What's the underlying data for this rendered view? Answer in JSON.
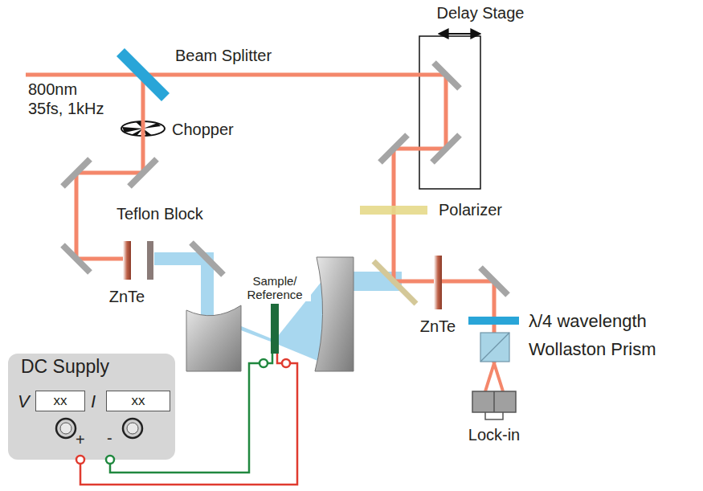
{
  "diagram": {
    "nodes": [
      {
        "text": [
          "DC Supply",
          "V",
          "I",
          "+",
          "-"
        ]
      },
      {
        "text": [
          "xx"
        ],
        "in": 0
      },
      {
        "text": [
          "xx"
        ],
        "in": 0
      },
      {
        "text": [
          "Sample/ Reference"
        ]
      }
    ],
    "edges": [
      {
        "from": 0,
        "to": 3,
        "arrow": "none"
      },
      {
        "from": 0,
        "to": 3,
        "arrow": "none"
      }
    ],
    "labels": [
      "Delay Stage",
      "Beam Splitter",
      "800nm",
      "35fs, 1kHz",
      "Chopper",
      "Teflon Block",
      "ZnTe",
      "ZnTe",
      "Polarizer",
      "λ/4 wavelength",
      "Wollaston Prism",
      "Lock-in"
    ]
  }
}
